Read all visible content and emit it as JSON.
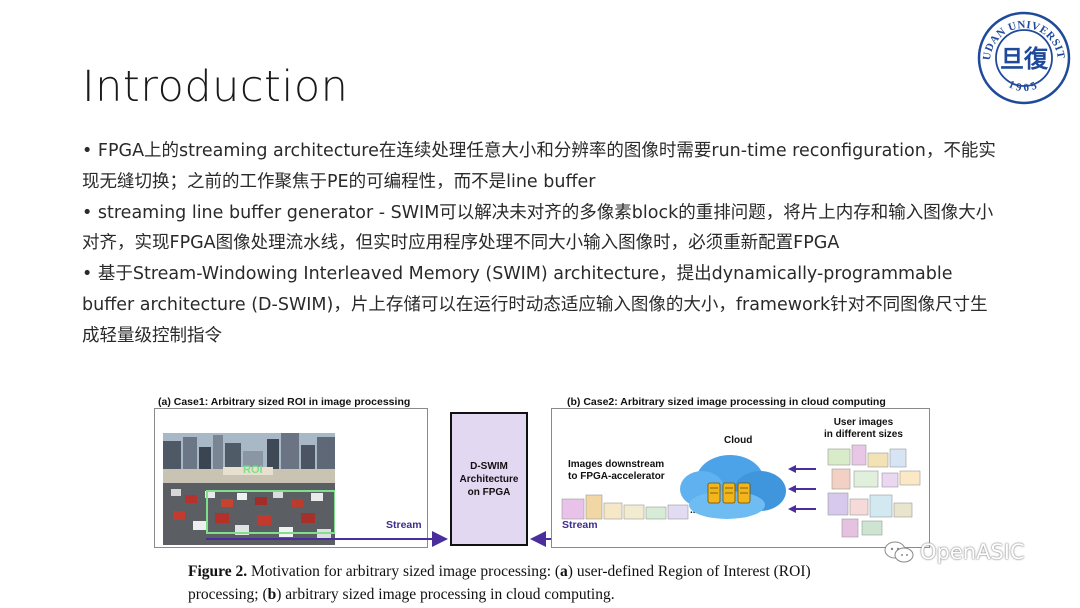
{
  "slide": {
    "title": "Introduction",
    "bullets": [
      "•  FPGA上的streaming architecture在连续处理任意大小和分辨率的图像时需要run-time reconfiguration，不能实现无缝切换；之前的工作聚焦于PE的可编程性，而不是line  buffer",
      "•  streaming line buffer generator - SWIM可以解决未对齐的多像素block的重排问题，将片上内存和输入图像大小对齐，实现FPGA图像处理流水线，但实时应用程序处理不同大小输入图像时，必须重新配置FPGA",
      "•  基于Stream-Windowing Interleaved Memory (SWIM) architecture，提出dynamically-programmable buffer architecture (D-SWIM)，片上存储可以在运行时动态适应输入图像的大小，framework针对不同图像尺寸生成轻量级控制指令"
    ]
  },
  "logo": {
    "top_text": "FUDAN UNIVERSITY",
    "year": "1905",
    "center_char": "旦復"
  },
  "figure": {
    "panel_a_title": "(a)  Case1: Arbitrary sized ROI in image processing",
    "panel_b_title": "(b)  Case2: Arbitrary sized image processing in cloud computing",
    "roi_label": "ROI",
    "dswim_label": "D-SWIM\nArchitecture\non FPGA",
    "stream_left": "Stream",
    "stream_right": "Stream",
    "downstream_label": "Images downstream\nto FPGA-accelerator",
    "cloud_label": "Cloud",
    "user_images_label": "User images\nin different sizes",
    "ellipsis": "...",
    "caption_figure": "Figure 2.",
    "caption_text_1": " Motivation for arbitrary sized image processing: (",
    "caption_a": "a",
    "caption_text_2": ") user-defined Region of Interest (ROI)",
    "caption_text_3": "processing; (",
    "caption_b": "b",
    "caption_text_4": ") arbitrary sized image processing in cloud computing."
  },
  "watermark": {
    "text": "OpenASIC"
  },
  "colors": {
    "accent_purple": "#4a2f9c",
    "roi_green": "#7ee08a",
    "dswim_fill": "#e3d8f1",
    "cloud_blue": "#4da3e8",
    "server_gold": "#f2b51c",
    "logo_blue": "#1f4a9c"
  }
}
